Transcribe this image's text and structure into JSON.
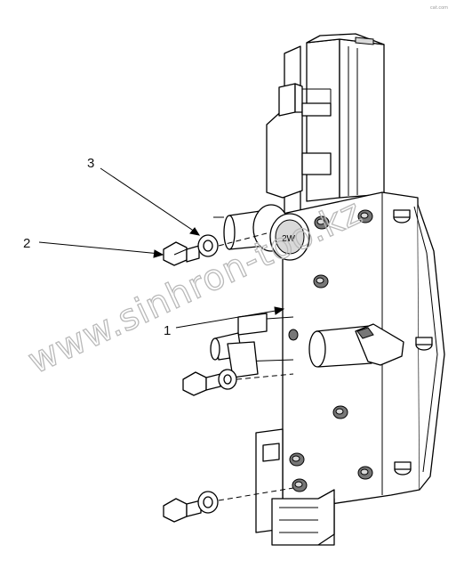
{
  "callouts": [
    {
      "id": "1",
      "label": "1"
    },
    {
      "id": "2",
      "label": "2"
    },
    {
      "id": "3",
      "label": "3"
    }
  ],
  "switch_cap_text": "2W",
  "corner_stamp": "cat.com",
  "watermark": "www.sinhron-too.kz",
  "colors": {
    "line": "#000000",
    "background": "#ffffff",
    "watermark": "#b9b9b9"
  }
}
